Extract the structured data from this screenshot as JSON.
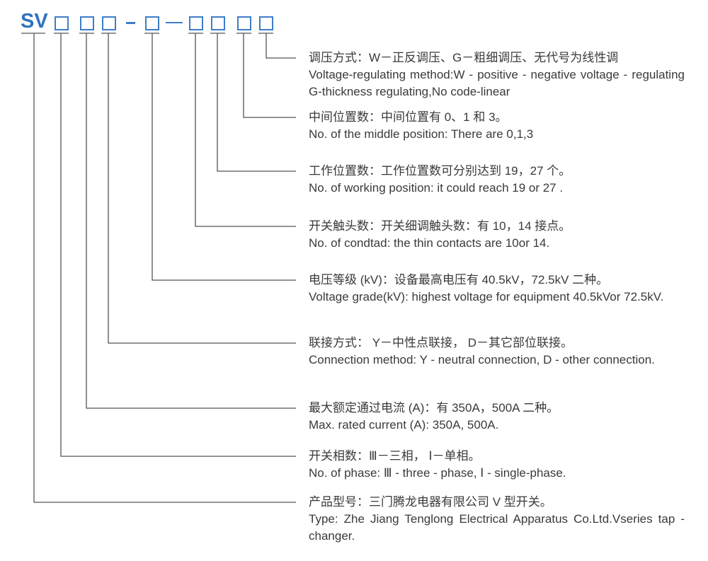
{
  "code_prefix": "SV",
  "colors": {
    "accent": "#2f72c0",
    "text": "#3a3a3a",
    "line": "#555555"
  },
  "items": [
    {
      "cn": "调压方式：W－正反调压、G－粗细调压、无代号为线性调",
      "en": "Voltage-regulating method:W - positive - negative voltage - regulating G-thickness regulating,No code-linear"
    },
    {
      "cn": "中间位置数：中间位置有 0、1 和 3。",
      "en": "No. of the middle position: There are 0,1,3"
    },
    {
      "cn": "工作位置数：工作位置数可分别达到 19，27 个。",
      "en": "No. of working position: it could reach 19 or 27 ."
    },
    {
      "cn": "开关触头数：开关细调触头数：有 10，14 接点。",
      "en": "No. of condtad: the thin contacts are 10or 14."
    },
    {
      "cn": "电压等级 (kV)：设备最高电压有 40.5kV，72.5kV 二种。",
      "en": "Voltage grade(kV): highest voltage for equipment 40.5kVor 72.5kV."
    },
    {
      "cn": "联接方式： Y－中性点联接， D－其它部位联接。",
      "en": "Connection method: Y - neutral connection, D - other connection."
    },
    {
      "cn": "最大额定通过电流 (A)：有 350A，500A 二种。",
      "en": "Max. rated current (A): 350A, 500A."
    },
    {
      "cn": "开关相数：Ⅲ－三相， Ⅰ－单相。",
      "en": "No. of phase: Ⅲ - three - phase, Ⅰ - single-phase."
    },
    {
      "cn": "产品型号：三门腾龙电器有限公司 V 型开关。",
      "en": "Type: Zhe Jiang Tenglong Electrical Apparatus Co.Ltd.Vseries tap - changer."
    }
  ]
}
